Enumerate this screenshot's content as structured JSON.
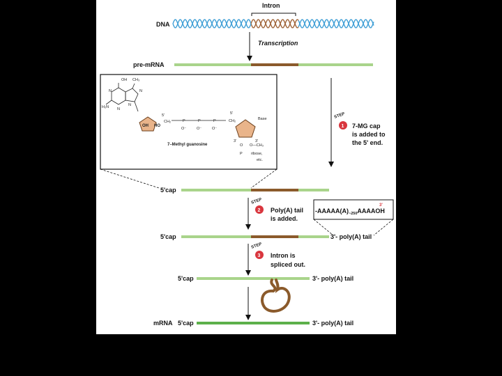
{
  "colors": {
    "exon": "#a9d48b",
    "intron": "#8b5a2b",
    "mrna": "#5cb04a",
    "step_red": "#d9363e",
    "dna_blue": "#3f9fd6",
    "dna_brown": "#a0653a",
    "ribose": "#e9b48a"
  },
  "labels": {
    "intron": "Intron",
    "dna": "DNA",
    "transcription": "Transcription",
    "pre_mrna": "pre-mRNA",
    "cap1": "5'cap",
    "cap2": "5'cap",
    "cap3": "5'cap",
    "cap4": "5'cap",
    "mrna": "mRNA",
    "tail1": "3'- poly(A) tail",
    "tail2": "3'-  poly(A) tail",
    "tail3": "3'- poly(A) tail",
    "polyA_seq": "-AAAAA(A)",
    "polyA_sub": "~250",
    "polyA_end": "AAAAOH",
    "polyA_3": "3'"
  },
  "steps": [
    {
      "word": "STEP",
      "number": "1",
      "line1": "7-MG cap",
      "line2": "is added to",
      "line3": "the 5' end."
    },
    {
      "word": "STEP",
      "number": "2",
      "line1": "Poly(A) tail",
      "line2": "is added."
    },
    {
      "word": "STEP",
      "number": "3",
      "line1": "Intron is",
      "line2": "spliced out."
    }
  ],
  "structure": {
    "title": "7–Methyl guanosine",
    "oh": "OH",
    "ch3_top": "CH₃",
    "n_plus": "N",
    "h2n": "H₂N",
    "ring_n1": "N",
    "ring_n2": "N",
    "ring_n3": "N",
    "ho": "HO",
    "oh2": "OH",
    "ch2_left": "CH₂",
    "ch2_right": "CH₂",
    "o_minus_1": "O⁻",
    "o_minus_2": "O⁻",
    "o_minus_3": "O⁻",
    "p1": "P",
    "p2": "P",
    "p3": "P",
    "o_bridge": "O",
    "base": "Base",
    "o_ch3": "O—CH₃",
    "ribose_etc": "ribose,",
    "etc": "etc.",
    "p4": "P",
    "five_prime_1": "5'",
    "five_prime_2": "5'",
    "three_prime_1": "3'",
    "three_prime_2": "3'"
  }
}
